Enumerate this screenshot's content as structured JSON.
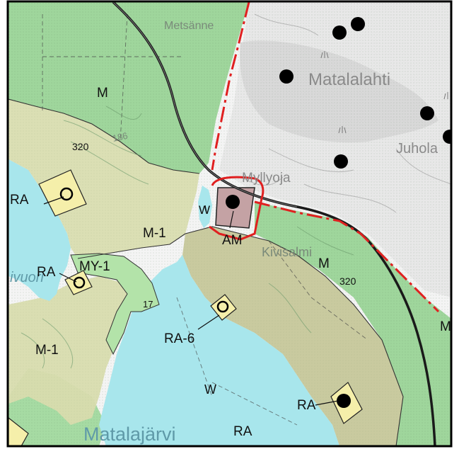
{
  "map": {
    "place_names": {
      "metsanne": "Metsänne",
      "matalalahti": "Matalalahti",
      "juhola": "Juhola",
      "myllyoja": "Myllyoja",
      "kivisalmi": "Kivisalmi",
      "matalajarvi": "Matalajärvi",
      "lake_fragment": "ivuori"
    },
    "zone_labels": {
      "m_north": "M",
      "m_east": "M",
      "m1_center": "M-1",
      "m1_southwest": "M-1",
      "my1": "MY-1",
      "am": "AM",
      "w_small": "W",
      "w_lake": "W",
      "ra_west": "RA",
      "ra_lakeshore": "RA",
      "ra6": "RA-6",
      "ra_south": "RA",
      "ra_southeast": "RA",
      "edge_m": "M"
    },
    "contour_labels": {
      "c320_west": "320",
      "c320_east": "320",
      "c17": "17",
      "c186": "186"
    },
    "colors": {
      "forest_green": "#9fd69c",
      "forest_dark": "#86c483",
      "agri_tan": "#d8dcae",
      "agri_olive": "#c6c79a",
      "water": "#a8e6ec",
      "building_area": "#c4a2a4",
      "yellow_plot": "#f5efaa",
      "base_map_gray": "#e3e3e3",
      "base_map_white": "#f4f4f4",
      "boundary_red": "#e02020",
      "road": "#1a1a1a"
    }
  }
}
